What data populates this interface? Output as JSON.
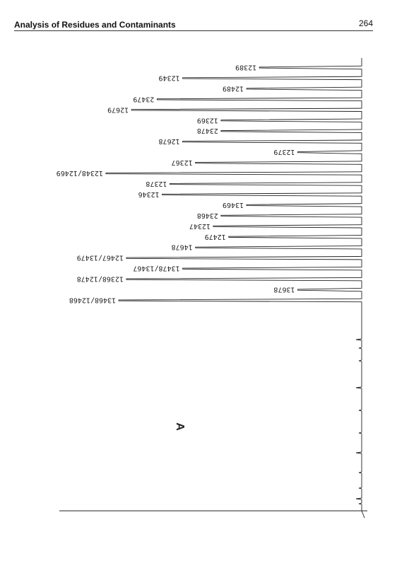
{
  "header": {
    "title": "Analysis of Residues and Contaminants",
    "page_number": "264"
  },
  "colors": {
    "ink": "#222222",
    "rule": "#333333"
  },
  "chart_data": {
    "type": "line",
    "orientation": "rotated-180",
    "title": "",
    "xlabel": "",
    "ylabel": "",
    "grid": false,
    "panel_label": "A",
    "peaks": [
      {
        "label": "12389",
        "height": 0.4
      },
      {
        "label": "12349",
        "height": 0.7
      },
      {
        "label": "12489",
        "height": 0.45
      },
      {
        "label": "23479",
        "height": 0.8
      },
      {
        "label": "12679",
        "height": 0.9
      },
      {
        "label": "12369",
        "height": 0.55
      },
      {
        "label": "23478",
        "height": 0.55
      },
      {
        "label": "12678",
        "height": 0.7
      },
      {
        "label": "12379",
        "height": 0.25
      },
      {
        "label": "12367",
        "height": 0.65
      },
      {
        "label": "12348/12469",
        "height": 1.0
      },
      {
        "label": "12378",
        "height": 0.75
      },
      {
        "label": "12346",
        "height": 0.78
      },
      {
        "label": "13469",
        "height": 0.45
      },
      {
        "label": "23468",
        "height": 0.55
      },
      {
        "label": "12347",
        "height": 0.58
      },
      {
        "label": "12479",
        "height": 0.52
      },
      {
        "label": "14678",
        "height": 0.65
      },
      {
        "label": "12467/13479",
        "height": 0.92
      },
      {
        "label": "13478/13467",
        "height": 0.7
      },
      {
        "label": "12368/12478",
        "height": 0.92
      },
      {
        "label": "13678",
        "height": 0.25
      },
      {
        "label": "13468/12468",
        "height": 0.95
      }
    ]
  }
}
